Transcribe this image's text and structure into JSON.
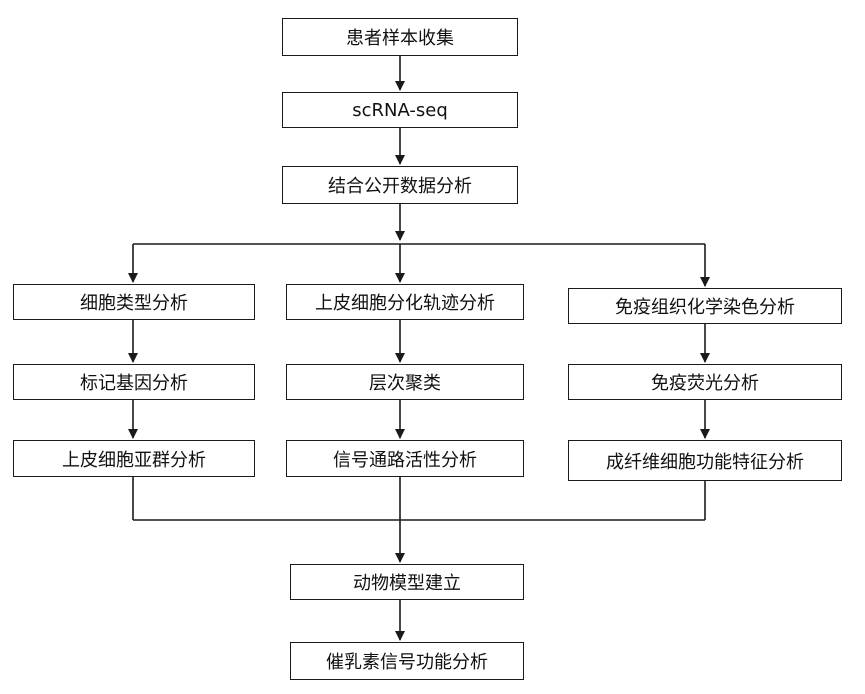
{
  "nodes": {
    "collect": "患者样本收集",
    "scrna": "scRNA-seq",
    "public": "结合公开数据分析",
    "celltype": "细胞类型分析",
    "marker": "标记基因分析",
    "epi_subgroup": "上皮细胞亚群分析",
    "trajectory": "上皮细胞分化轨迹分析",
    "cluster": "层次聚类",
    "signaling": "信号通路活性分析",
    "ihc": "免疫组织化学染色分析",
    "if": "免疫荧光分析",
    "fibro": "成纤维细胞功能特征分析",
    "animal": "动物模型建立",
    "prolactin": "催乳素信号功能分析"
  },
  "colors": {
    "line": "#1a1a1a",
    "text": "#111111",
    "background": "#ffffff"
  }
}
